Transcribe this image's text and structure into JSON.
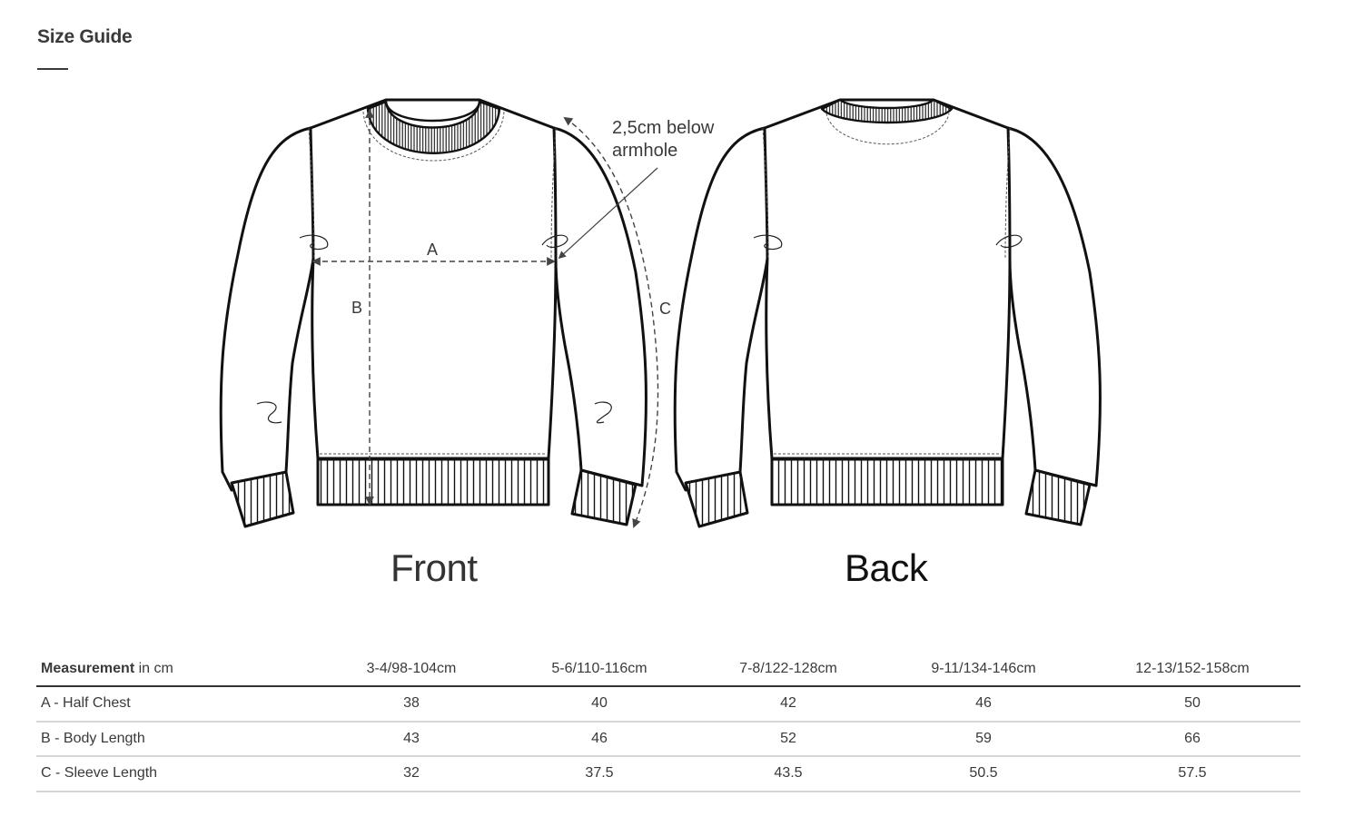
{
  "header": {
    "title": "Size Guide"
  },
  "illustration": {
    "front_label": "Front",
    "back_label": "Back",
    "measure_labels": {
      "a": "A",
      "b": "B",
      "c": "C"
    },
    "annotation_line1": "2,5cm below",
    "annotation_line2": "armhole"
  },
  "table": {
    "header": {
      "measurement_bold": "Measurement",
      "measurement_unit": " in cm",
      "sizes": [
        "3-4/98-104cm",
        "5-6/110-116cm",
        "7-8/122-128cm",
        "9-11/134-146cm",
        "12-13/152-158cm"
      ]
    },
    "rows": [
      {
        "label": "A - Half Chest",
        "values": [
          "38",
          "40",
          "42",
          "46",
          "50"
        ]
      },
      {
        "label": "B - Body Length",
        "values": [
          "43",
          "46",
          "52",
          "59",
          "66"
        ]
      },
      {
        "label": "C - Sleeve Length",
        "values": [
          "32",
          "37.5",
          "43.5",
          "50.5",
          "57.5"
        ]
      }
    ]
  },
  "colors": {
    "text": "#3a3a3a",
    "header_rule": "#333333",
    "row_rule": "#d6d6d6"
  }
}
